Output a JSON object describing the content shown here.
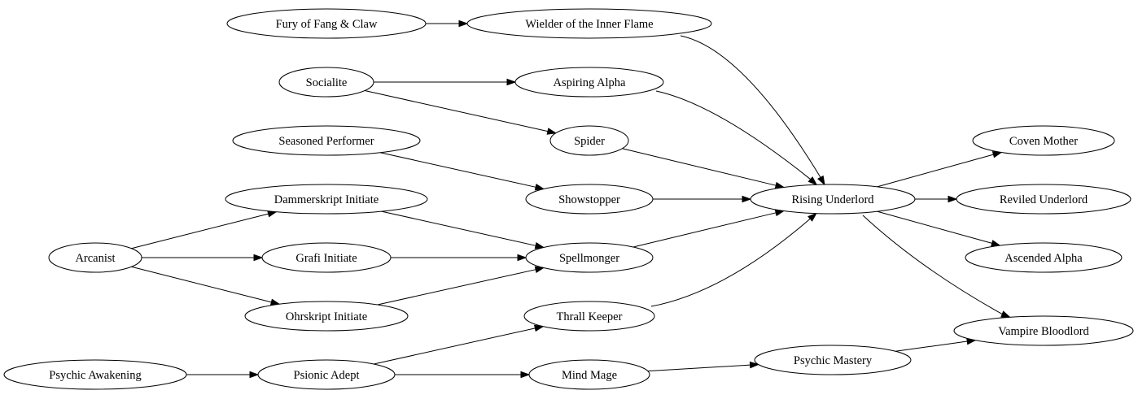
{
  "diagram": {
    "nodes": [
      {
        "id": "fury",
        "label": "Fury of Fang & Claw"
      },
      {
        "id": "wielder",
        "label": "Wielder of the Inner Flame"
      },
      {
        "id": "socialite",
        "label": "Socialite"
      },
      {
        "id": "aspiring",
        "label": "Aspiring Alpha"
      },
      {
        "id": "spider",
        "label": "Spider"
      },
      {
        "id": "seasoned",
        "label": "Seasoned Performer"
      },
      {
        "id": "showstopper",
        "label": "Showstopper"
      },
      {
        "id": "dammer",
        "label": "Dammerskript Initiate"
      },
      {
        "id": "arcanist",
        "label": "Arcanist"
      },
      {
        "id": "grafi",
        "label": "Grafi Initiate"
      },
      {
        "id": "spellmonger",
        "label": "Spellmonger"
      },
      {
        "id": "ohr",
        "label": "Ohrskript Initiate"
      },
      {
        "id": "thrall",
        "label": "Thrall Keeper"
      },
      {
        "id": "psychicawake",
        "label": "Psychic Awakening"
      },
      {
        "id": "psionic",
        "label": "Psionic Adept"
      },
      {
        "id": "mindmage",
        "label": "Mind Mage"
      },
      {
        "id": "psychicmastery",
        "label": "Psychic Mastery"
      },
      {
        "id": "rising",
        "label": "Rising Underlord"
      },
      {
        "id": "coven",
        "label": "Coven Mother"
      },
      {
        "id": "reviled",
        "label": "Reviled Underlord"
      },
      {
        "id": "ascended",
        "label": "Ascended Alpha"
      },
      {
        "id": "vampire",
        "label": "Vampire Bloodlord"
      }
    ],
    "edges": [
      {
        "from": "fury",
        "to": "wielder"
      },
      {
        "from": "socialite",
        "to": "aspiring"
      },
      {
        "from": "socialite",
        "to": "spider"
      },
      {
        "from": "seasoned",
        "to": "showstopper"
      },
      {
        "from": "arcanist",
        "to": "dammer"
      },
      {
        "from": "arcanist",
        "to": "grafi"
      },
      {
        "from": "arcanist",
        "to": "ohr"
      },
      {
        "from": "dammer",
        "to": "spellmonger"
      },
      {
        "from": "grafi",
        "to": "spellmonger"
      },
      {
        "from": "ohr",
        "to": "spellmonger"
      },
      {
        "from": "psychicawake",
        "to": "psionic"
      },
      {
        "from": "psionic",
        "to": "thrall"
      },
      {
        "from": "psionic",
        "to": "mindmage"
      },
      {
        "from": "mindmage",
        "to": "psychicmastery"
      },
      {
        "from": "wielder",
        "to": "rising"
      },
      {
        "from": "aspiring",
        "to": "rising"
      },
      {
        "from": "spider",
        "to": "rising"
      },
      {
        "from": "showstopper",
        "to": "rising"
      },
      {
        "from": "spellmonger",
        "to": "rising"
      },
      {
        "from": "thrall",
        "to": "rising"
      },
      {
        "from": "rising",
        "to": "coven"
      },
      {
        "from": "rising",
        "to": "reviled"
      },
      {
        "from": "rising",
        "to": "ascended"
      },
      {
        "from": "rising",
        "to": "vampire"
      },
      {
        "from": "psychicmastery",
        "to": "vampire"
      }
    ]
  }
}
